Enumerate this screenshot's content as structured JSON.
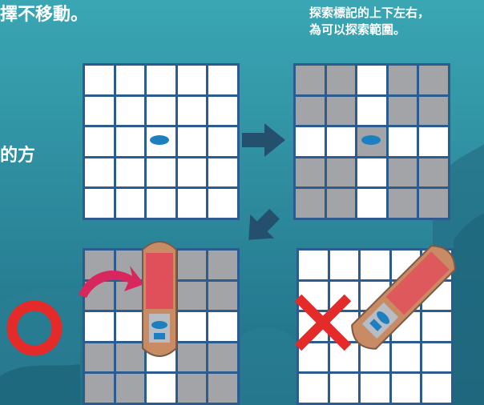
{
  "texts": {
    "top_left": "擇不移動。",
    "top_right_line1": "探索標記的上下左右，",
    "top_right_line2": "為可以探索範圍。",
    "mid_left": "的方"
  },
  "grids": {
    "size": 5,
    "board1": [
      "wwwww",
      "wwwww",
      "wwwww",
      "wwwww",
      "wwwww"
    ],
    "board2": [
      "ggwgg",
      "ggwgg",
      "wwgww",
      "ggwgg",
      "ggwgg"
    ],
    "board3": [
      "ggwgg",
      "ggwgg",
      "wwwww",
      "ggwgg",
      "ggwgg"
    ],
    "board4": [
      "wwwww",
      "wwwww",
      "wwwww",
      "wwwww",
      "wwwww"
    ]
  },
  "colors": {
    "sea_top": "#3aa6b4",
    "sea_bottom": "#1f6e86",
    "grid_line": "#2b5c8f",
    "gray_cell": "#a2a4a8",
    "arrow": "#24506e",
    "curved_arrow": "#d8275c",
    "correct_mark": "#e52a2a",
    "wrong_mark": "#e52a2a",
    "token": "#1e7fc0",
    "ship_red": "#e0505a"
  },
  "marks": {
    "correct": "circle-correct-icon",
    "wrong": "cross-wrong-icon"
  }
}
